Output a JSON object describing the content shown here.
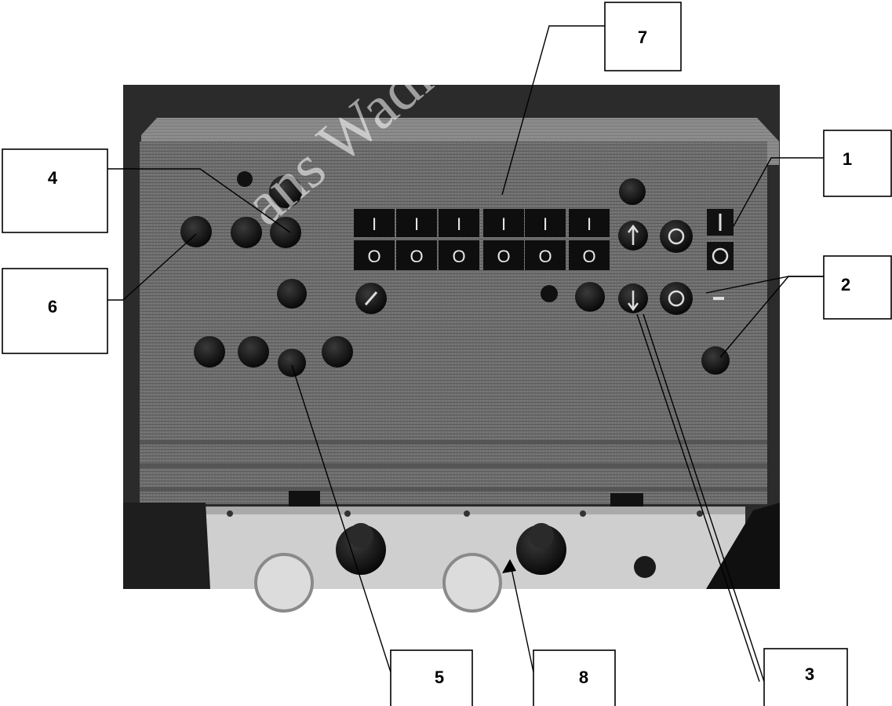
{
  "watermark": "ans Wadk",
  "callouts": [
    {
      "id": "1",
      "label": "1"
    },
    {
      "id": "2",
      "label": "2"
    },
    {
      "id": "3",
      "label": "3"
    },
    {
      "id": "4",
      "label": "4"
    },
    {
      "id": "5",
      "label": "5"
    },
    {
      "id": "6",
      "label": "6"
    },
    {
      "id": "7",
      "label": "7"
    },
    {
      "id": "8",
      "label": "8"
    }
  ],
  "switch_on_symbol": "I",
  "switch_off_symbol": "O",
  "colors": {
    "panel": "#6e6e6e",
    "panel_dark": "#4a4a4a",
    "panel_light": "#9a9a9a",
    "button": "#101010",
    "lower_housing": "#d2d2d2"
  }
}
